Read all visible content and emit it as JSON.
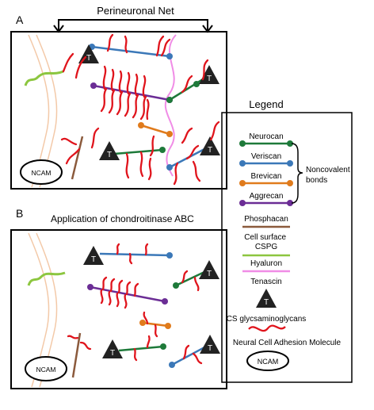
{
  "panel_a": {
    "letter": "A",
    "header": "Perineuronal Net"
  },
  "panel_b": {
    "letter": "B",
    "header": "Application of chondroitinase ABC"
  },
  "ncam_label": "NCAM",
  "tenascin_mark": "T",
  "legend": {
    "title": "Legend",
    "items": [
      {
        "label": "Neurocan",
        "color": "#1e7a3a"
      },
      {
        "label": "Veriscan",
        "color": "#3b78b8"
      },
      {
        "label": "Brevican",
        "color": "#e07b1c"
      },
      {
        "label": "Aggrecan",
        "color": "#6b2d95"
      },
      {
        "label": "Phosphacan",
        "color": "#8b5a3c"
      },
      {
        "label": "Cell surface CSPG",
        "color": "#8cc63f"
      },
      {
        "label": "Hyaluron",
        "color": "#f08ce6"
      },
      {
        "label": "Tenascin",
        "color": "#222222"
      },
      {
        "label": "CS glycsaminoglycans",
        "color": "#e0141c"
      },
      {
        "label": "Neural Cell Adhesion Molecule",
        "color": "#000000"
      }
    ],
    "noncovalent": "Noncovalent bonds",
    "ncam_label": "NCAM"
  },
  "colors": {
    "membrane": "#f3c9a8",
    "gag": "#e0141c"
  }
}
